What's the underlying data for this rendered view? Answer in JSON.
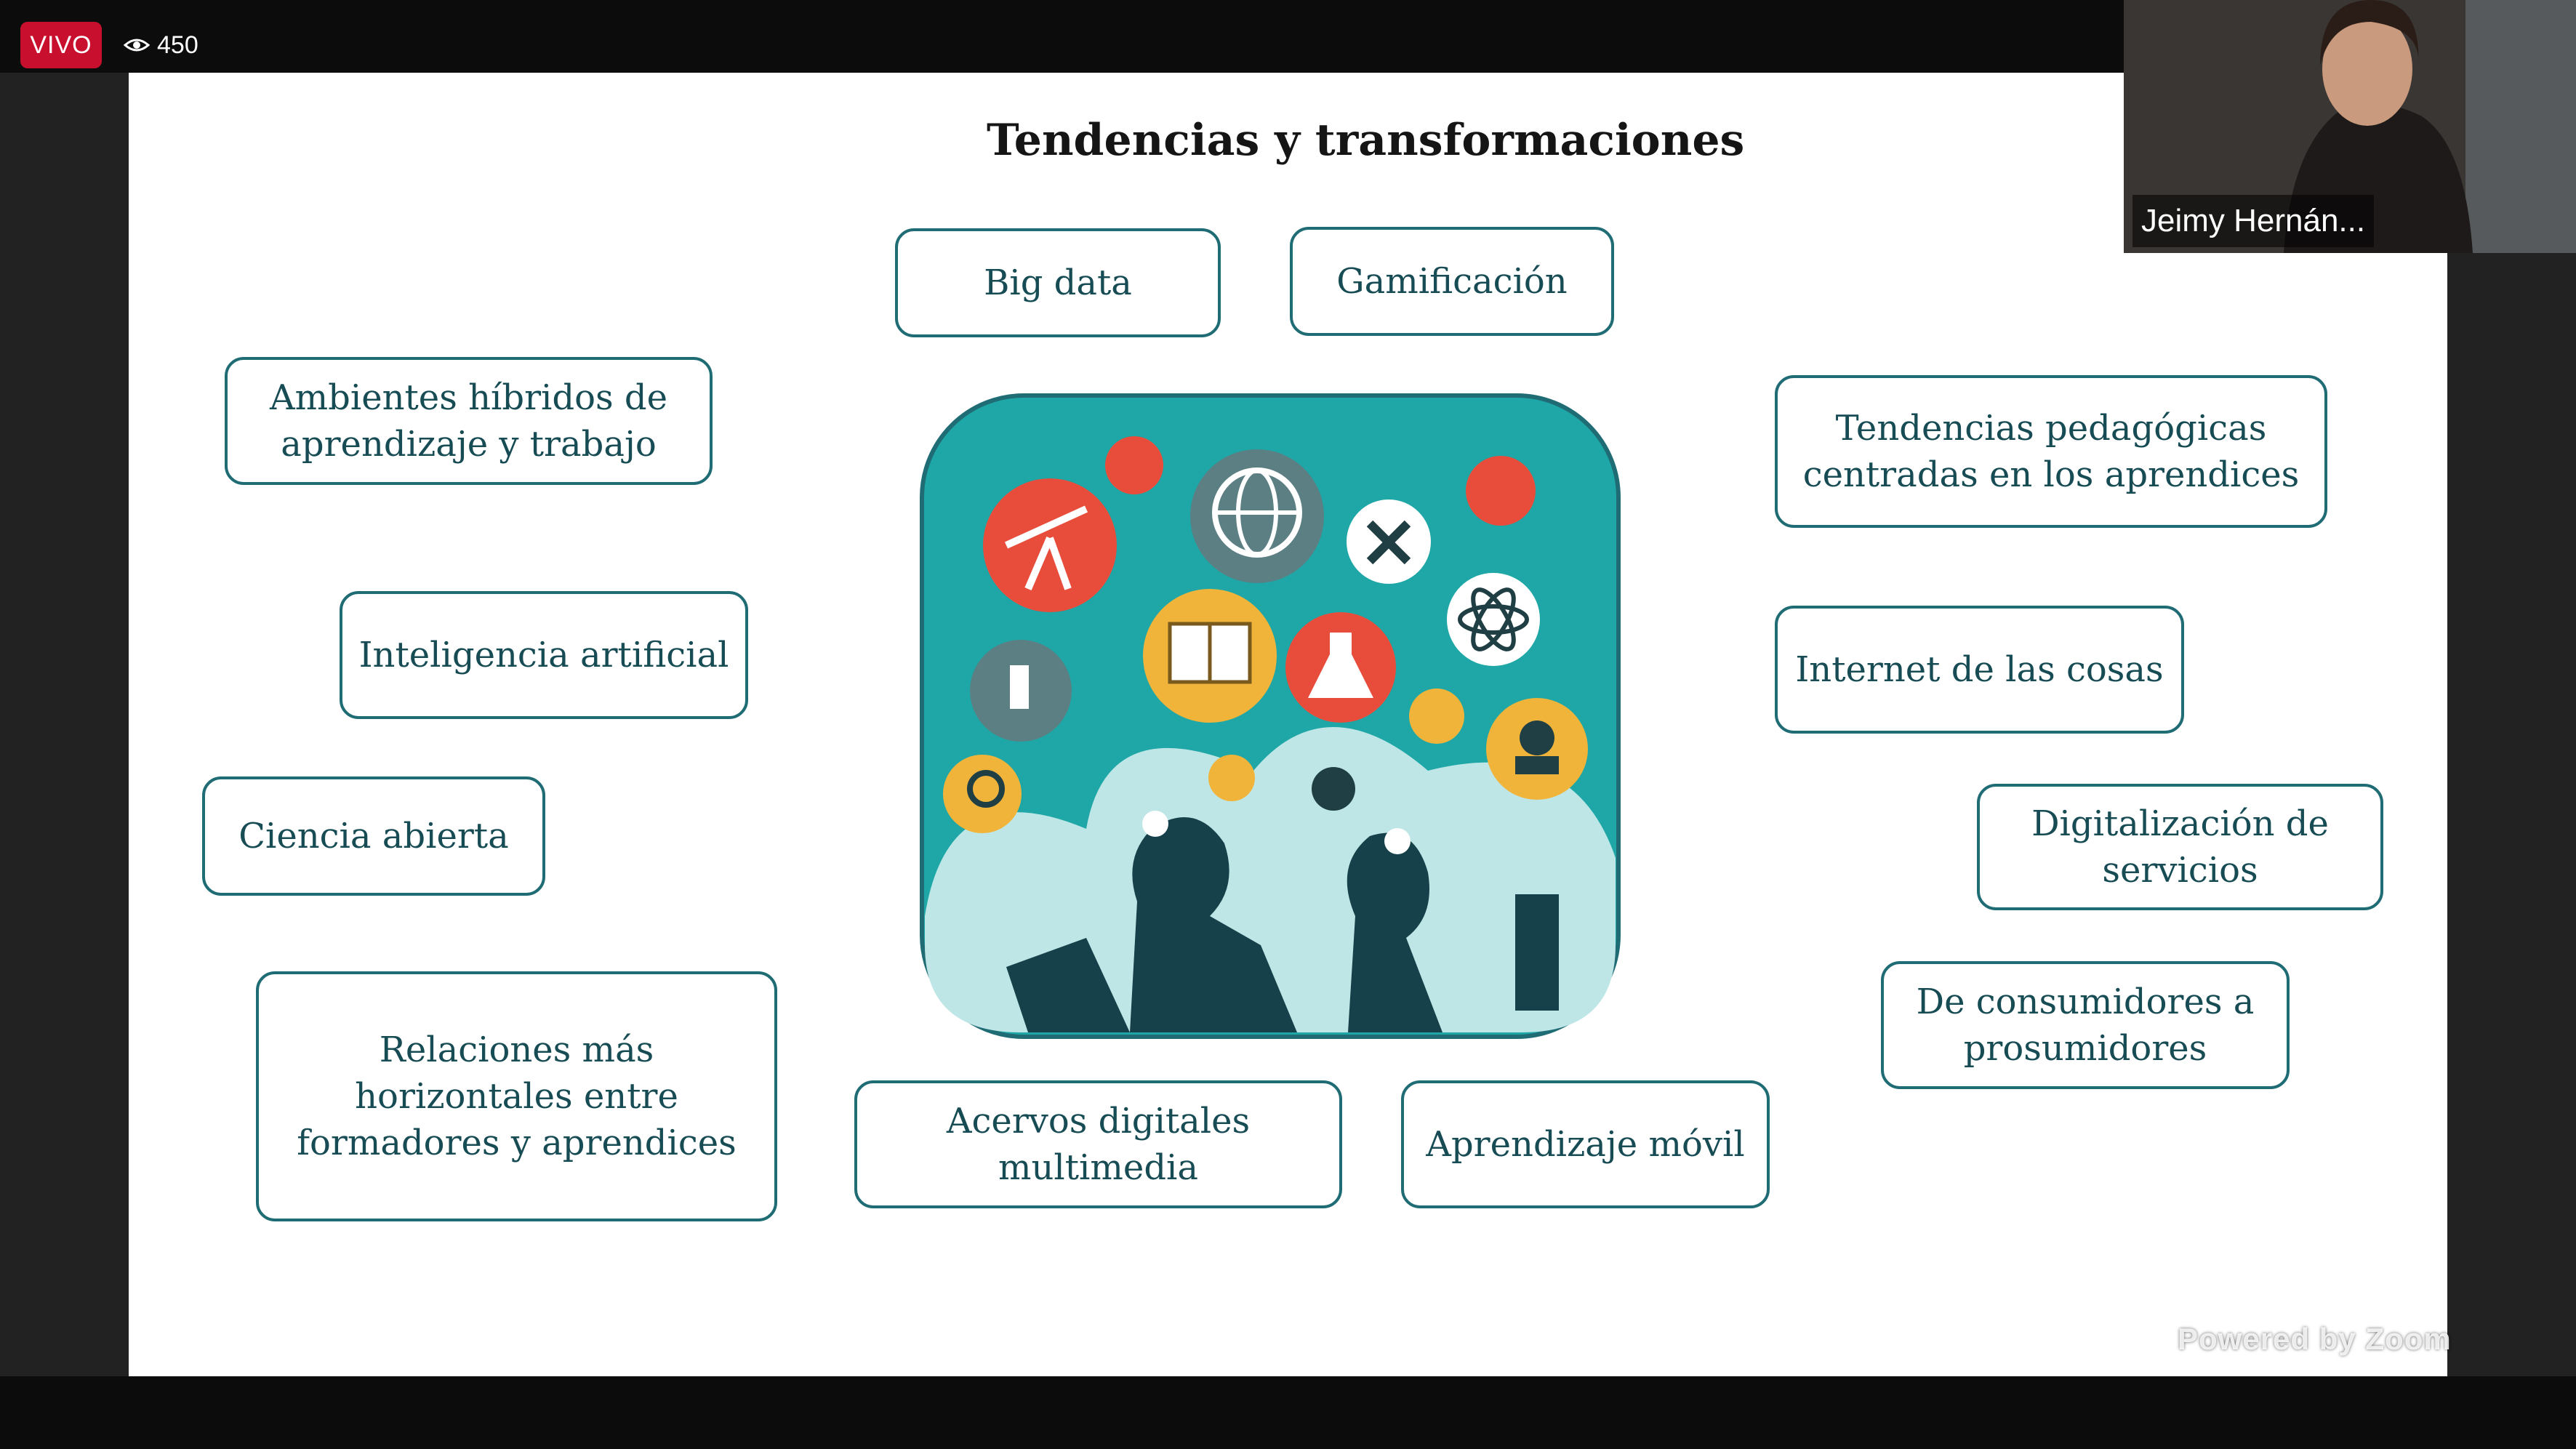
{
  "live": {
    "badge": "VIVO",
    "viewer_count": "450",
    "eye_icon": "eye-icon"
  },
  "slide": {
    "title": "Tendencias y transformaciones",
    "tags": [
      "Big data",
      "Gamificación",
      "Ambientes híbridos de aprendizaje y trabajo",
      "Tendencias pedagógicas centradas en los aprendices",
      "Inteligencia artificial",
      "Internet de las cosas",
      "Ciencia abierta",
      "Digitalización de servicios",
      "De consumidores a prosumidores",
      "Relaciones más horizontales entre formadores y aprendices",
      "Acervos digitales multimedia",
      "Aprendizaje móvil"
    ],
    "colors": {
      "tag_border": "#1f6c75",
      "tag_text": "#174c55",
      "illustration_bg": "#1fa7a7"
    }
  },
  "participant": {
    "name": "Jeimy Hernán..."
  },
  "watermark": "Powered by Zoom"
}
